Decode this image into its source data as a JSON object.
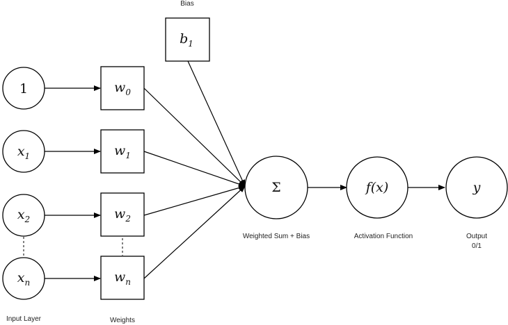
{
  "inputs": [
    {
      "main": "1",
      "sub": ""
    },
    {
      "main": "x",
      "sub": "1"
    },
    {
      "main": "x",
      "sub": "2"
    },
    {
      "main": "x",
      "sub": "n"
    }
  ],
  "weights": [
    {
      "main": "w",
      "sub": "0"
    },
    {
      "main": "w",
      "sub": "1"
    },
    {
      "main": "w",
      "sub": "2"
    },
    {
      "main": "w",
      "sub": "n"
    }
  ],
  "bias": {
    "main": "b",
    "sub": "1",
    "label": "Bias"
  },
  "sum": {
    "symbol": "Σ",
    "label": "Weighted Sum + Bias"
  },
  "activation": {
    "text": "f(x)",
    "label": "Activation Function"
  },
  "output": {
    "symbol": "y",
    "label": "Output",
    "sublabel": "0/1"
  },
  "layer_labels": {
    "input": "Input Layer",
    "weights": "Weights"
  }
}
